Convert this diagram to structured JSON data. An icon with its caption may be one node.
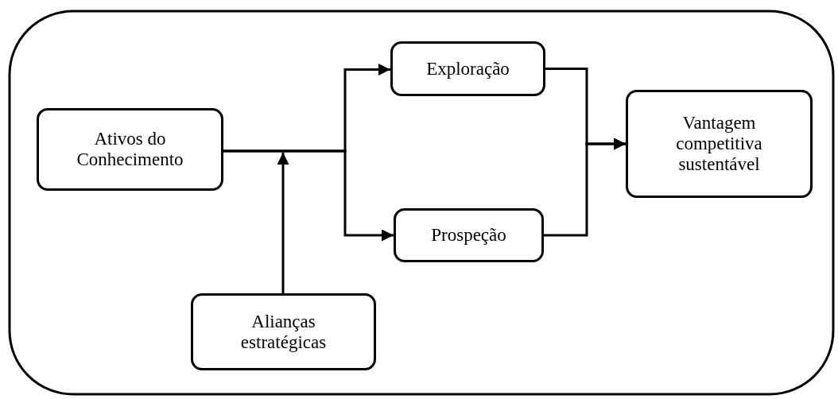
{
  "diagram": {
    "nodes": [
      {
        "text": [
          "Ativos do Conhecimento"
        ]
      },
      {
        "text": [
          "Exploração"
        ]
      },
      {
        "text": [
          "Prospeção"
        ]
      },
      {
        "text": [
          "Alianças estratégicas"
        ]
      },
      {
        "text": [
          "Vantagem competitiva sustentável"
        ]
      }
    ],
    "edges": [
      {
        "from": 0,
        "to": 1,
        "arrow": "to"
      },
      {
        "from": 0,
        "to": 2,
        "arrow": "to"
      },
      {
        "from": 3,
        "to": null,
        "arrow": "to"
      },
      {
        "from": 1,
        "to": 4,
        "arrow": "to"
      },
      {
        "from": 2,
        "to": 4,
        "arrow": "to"
      }
    ]
  }
}
